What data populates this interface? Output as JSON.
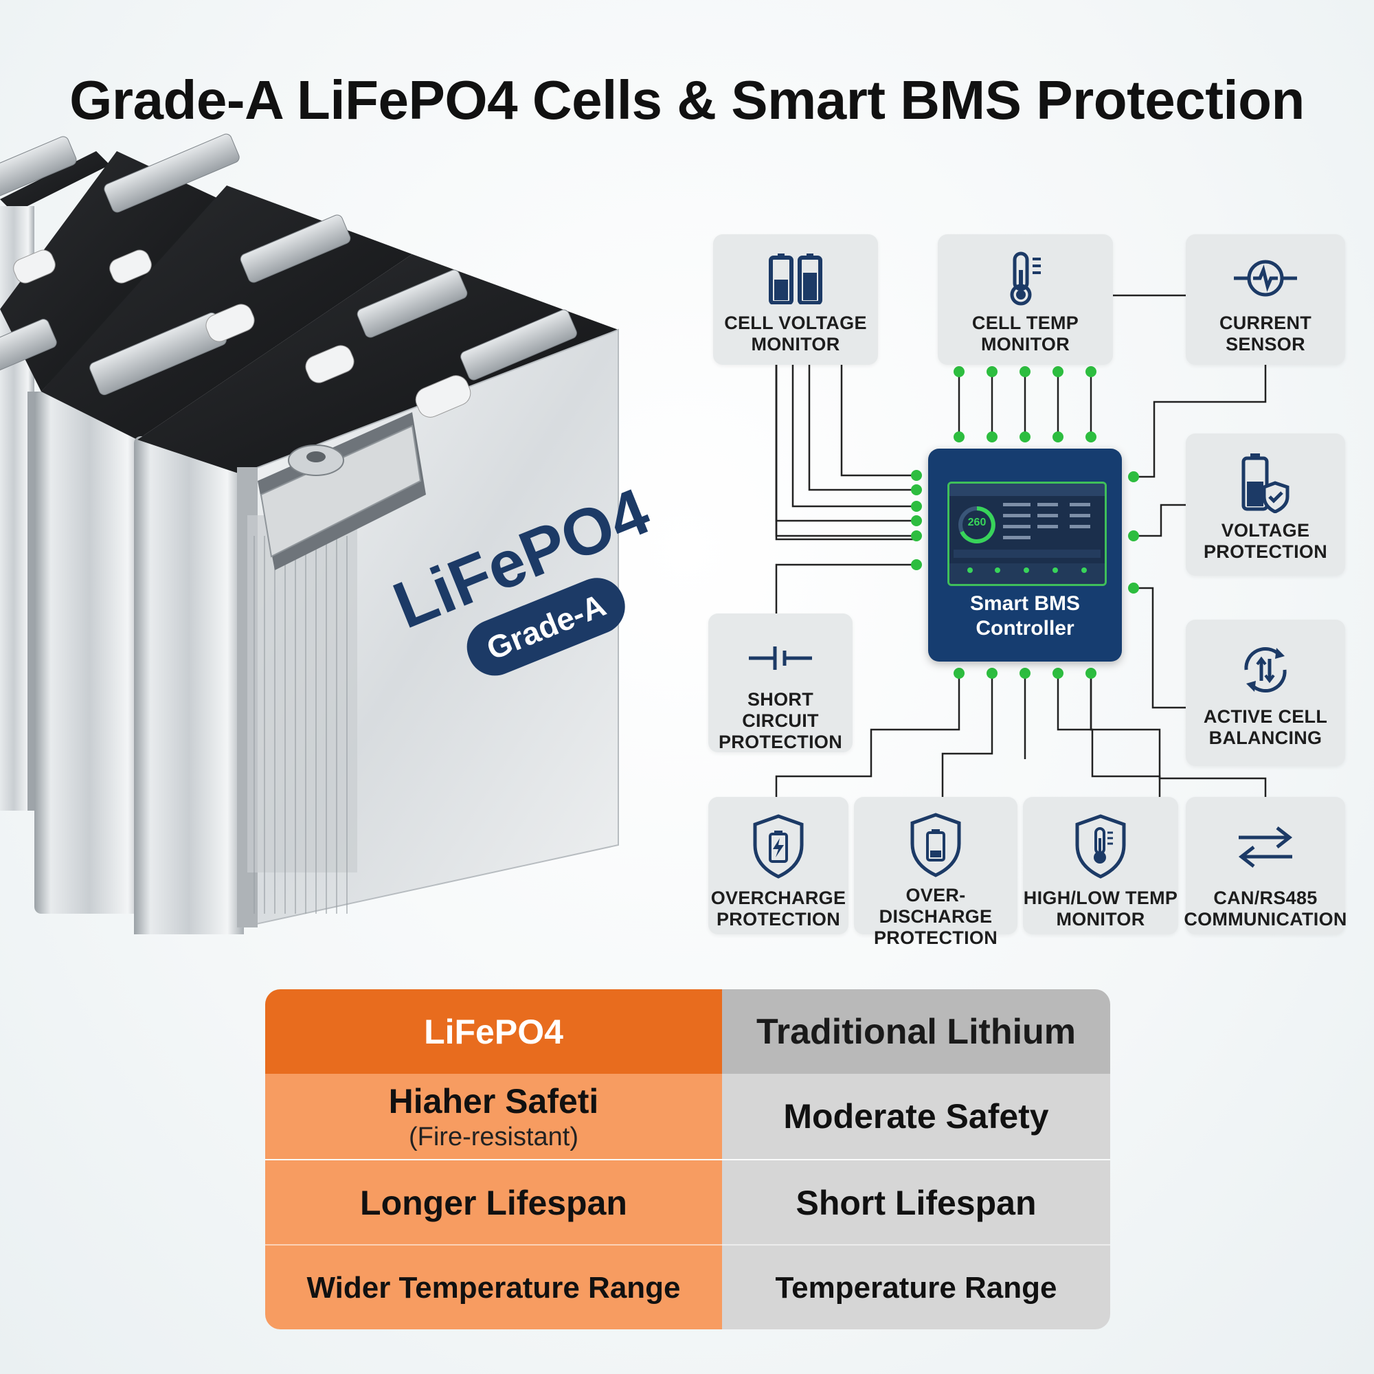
{
  "headline": "Grade-A LiFePO4 Cells & Smart BMS Protection",
  "battery": {
    "brand_text": "LiFePO4",
    "badge_text": "Grade-A"
  },
  "controller": {
    "title_line1": "Smart BMS",
    "title_line2": "Controller",
    "screen_readout": "260"
  },
  "features": {
    "cell_voltage": [
      "CELL VOLTAGE",
      "MONITOR"
    ],
    "cell_temp": [
      "CELL TEMP",
      "MONITOR"
    ],
    "current_sensor": [
      "CURRENT",
      "SENSOR"
    ],
    "voltage_protection": [
      "VOLTAGE",
      "PROTECTION"
    ],
    "short_circuit": [
      "SHORT CIRCUIT",
      "PROTECTION"
    ],
    "active_balancing": [
      "ACTIVE CELL",
      "BALANCING"
    ],
    "overcharge": [
      "OVERCHARGE",
      "PROTECTION"
    ],
    "over_discharge": [
      "OVER-DISCHARGE",
      "PROTECTION"
    ],
    "high_low_temp": [
      "HIGH/LOW TEMP",
      "MONITOR"
    ],
    "can_rs485": [
      "CAN/RS485",
      "COMMUNICATION"
    ]
  },
  "comparison": {
    "header_left": "LiFePO4",
    "header_right": "Traditional Lithium",
    "rows": [
      {
        "left": "Hiaher Safeti",
        "left_sub": "(Fire-resistant)",
        "right": "Moderate Safety"
      },
      {
        "left": "Longer Lifespan",
        "right": "Short Lifespan"
      },
      {
        "left": "Wider Temperature Range",
        "right": "Temperature Range"
      }
    ]
  },
  "colors": {
    "accent_orange": "#e86c1e",
    "light_orange": "#f79c61",
    "navy": "#163d70",
    "node_green": "#2dbd3f",
    "icon_navy": "#1c3a66"
  }
}
